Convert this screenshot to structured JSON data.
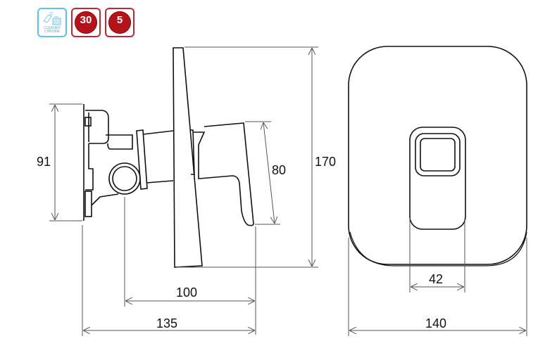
{
  "badges": [
    {
      "type": "cleaner-chrome",
      "label_line1": "CLEANER",
      "label_line2": "CHROME",
      "color": "#5cc3e6"
    },
    {
      "type": "warranty-seal",
      "value": "30",
      "color": "#b3141c"
    },
    {
      "type": "warranty-seal",
      "value": "5",
      "color": "#b3141c"
    }
  ],
  "drawing": {
    "side_view": {
      "dimensions": {
        "mounting_height": "91",
        "handle_height": "80",
        "plate_height": "170",
        "outlet_depth": "100",
        "total_depth": "135"
      }
    },
    "front_view": {
      "dimensions": {
        "handle_width": "42",
        "plate_width": "140"
      }
    },
    "line_color": "#111111",
    "dim_line_color": "#555555"
  }
}
